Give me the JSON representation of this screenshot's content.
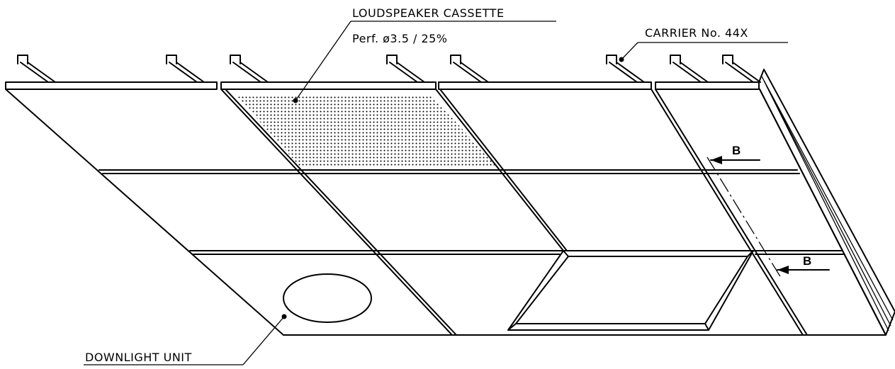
{
  "labels": {
    "loudspeaker": "LOUDSPEAKER CASSETTE",
    "perforation": "Perf. ø3.5 / 25%",
    "carrier": "CARRIER No. 44X",
    "downlight": "DOWNLIGHT UNIT",
    "section_top": "B",
    "section_bottom": "B"
  }
}
